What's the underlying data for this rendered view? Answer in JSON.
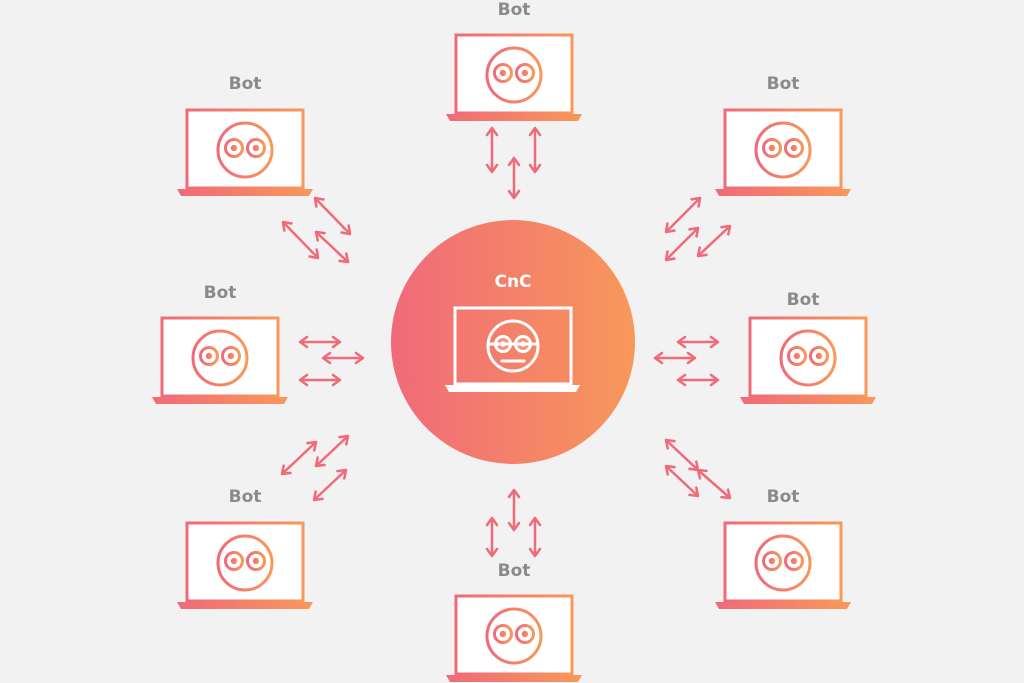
{
  "diagram": {
    "center": {
      "label": "CnC"
    },
    "bots": [
      {
        "id": "top",
        "label": "Bot"
      },
      {
        "id": "upper-left",
        "label": "Bot"
      },
      {
        "id": "upper-right",
        "label": "Bot"
      },
      {
        "id": "middle-left",
        "label": "Bot"
      },
      {
        "id": "middle-right",
        "label": "Bot"
      },
      {
        "id": "lower-left",
        "label": "Bot"
      },
      {
        "id": "lower-right",
        "label": "Bot"
      },
      {
        "id": "bottom",
        "label": "Bot"
      }
    ]
  },
  "colors": {
    "gradient_start": "#f06a7a",
    "gradient_end": "#f8985a",
    "label": "#8a8a8a",
    "background": "#f2f2f2",
    "center_text": "#ffffff"
  }
}
